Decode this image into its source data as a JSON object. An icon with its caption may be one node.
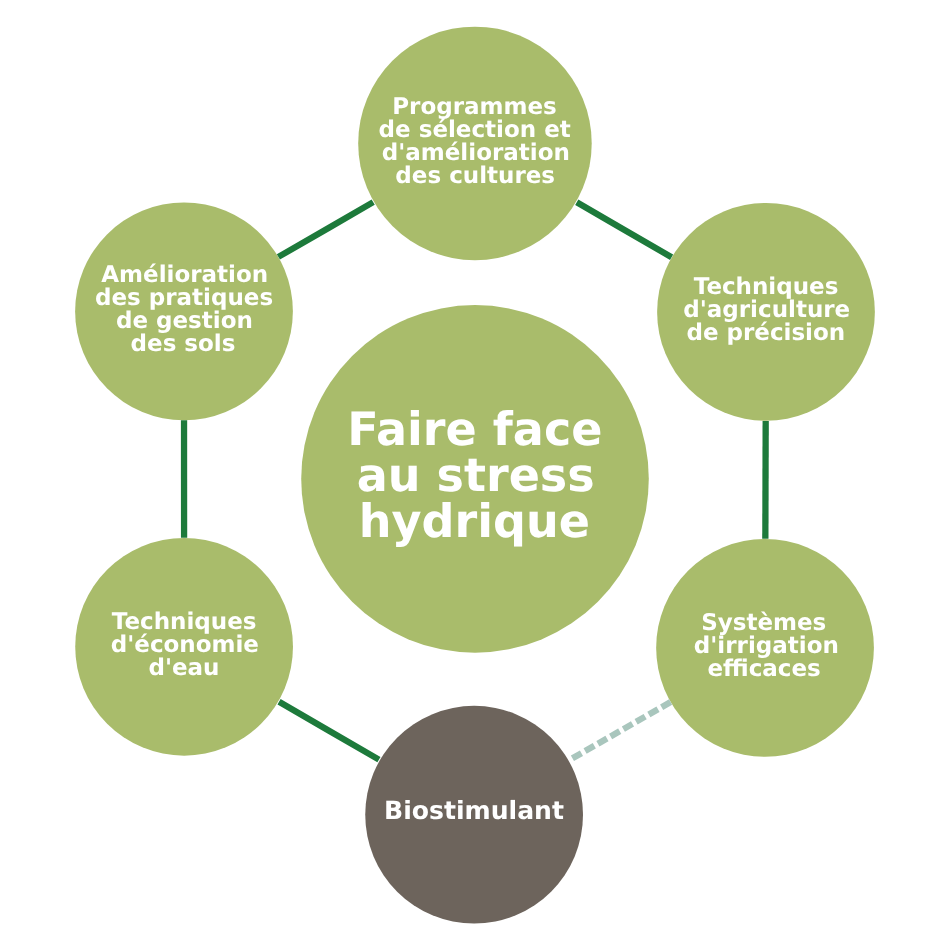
{
  "diagram": {
    "nodes": [
      {
        "text": [
          "Programmes de sélection et d'amélioration des cultures"
        ]
      },
      {
        "text": [
          "Amélioration des pratiques de gestion des sols"
        ]
      },
      {
        "text": [
          "Techniques d'agriculture de précision"
        ]
      },
      {
        "text": [
          "Faire face au stress hydrique"
        ]
      },
      {
        "text": [
          "Techniques d'économie d'eau"
        ]
      },
      {
        "text": [
          "Systèmes d'irrigation efficaces"
        ]
      },
      {
        "text": [
          "Biostimulant"
        ]
      }
    ],
    "edges": [
      {
        "from": 0,
        "to": 2,
        "arrow": "none"
      },
      {
        "from": 2,
        "to": 5,
        "arrow": "none"
      },
      {
        "from": 5,
        "to": 6,
        "arrow": "none",
        "style": "dashed",
        "color": "#a9c6bd"
      },
      {
        "from": 4,
        "to": 6,
        "arrow": "none"
      },
      {
        "from": 1,
        "to": 4,
        "arrow": "none"
      },
      {
        "from": 0,
        "to": 1,
        "arrow": "none"
      }
    ]
  }
}
